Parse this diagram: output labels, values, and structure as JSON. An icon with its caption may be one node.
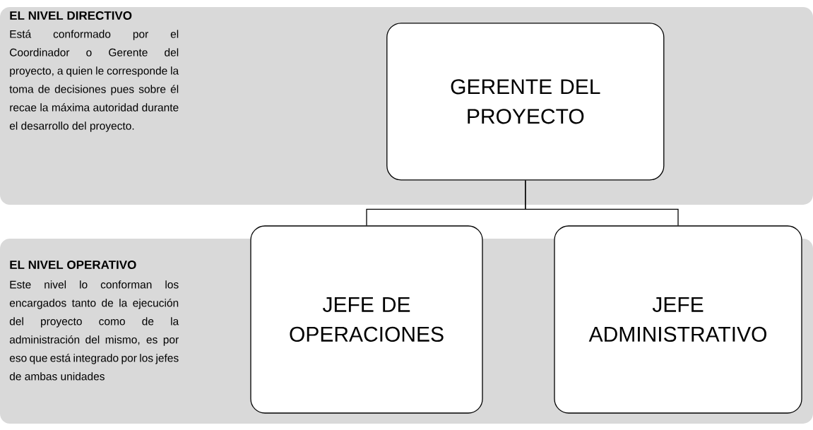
{
  "diagram": {
    "nodes": [
      {
        "text": [
          "EL NIVEL DIRECTIVO",
          "Está conformado por el Coordinador o Gerente del proyecto, a quien le corresponde la toma de decisiones pues sobre él recae la máxima autoridad durante el desarrollo del proyecto."
        ]
      },
      {
        "text": [
          "GERENTE DEL PROYECTO"
        ],
        "in": 0
      },
      {
        "text": [
          "EL NIVEL OPERATIVO",
          "Este nivel lo conforman los encargados tanto de la ejecución del proyecto como de la administración del mismo, es por eso que está integrado por los jefes de ambas unidades"
        ]
      },
      {
        "text": [
          "JEFE DE OPERACIONES"
        ]
      },
      {
        "text": [
          "JEFE ADMINISTRATIVO"
        ]
      }
    ],
    "edges": [
      {
        "from": 1,
        "to": 3,
        "arrow": "none"
      },
      {
        "from": 1,
        "to": 4,
        "arrow": "none"
      }
    ]
  }
}
